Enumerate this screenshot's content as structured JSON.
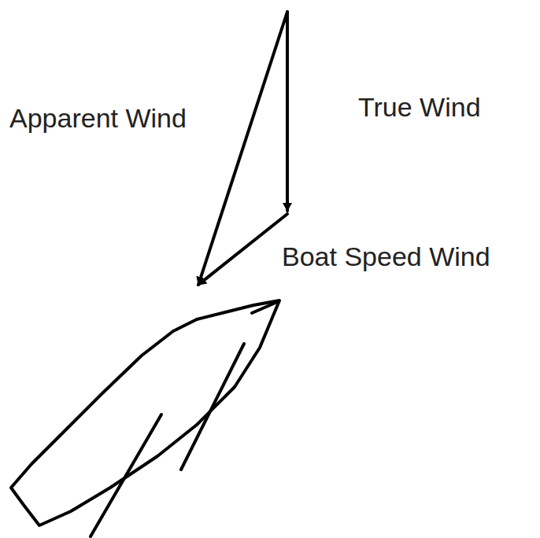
{
  "diagram": {
    "labels": [
      "Apparent Wind",
      "True Wind",
      "Boat Speed Wind"
    ]
  }
}
